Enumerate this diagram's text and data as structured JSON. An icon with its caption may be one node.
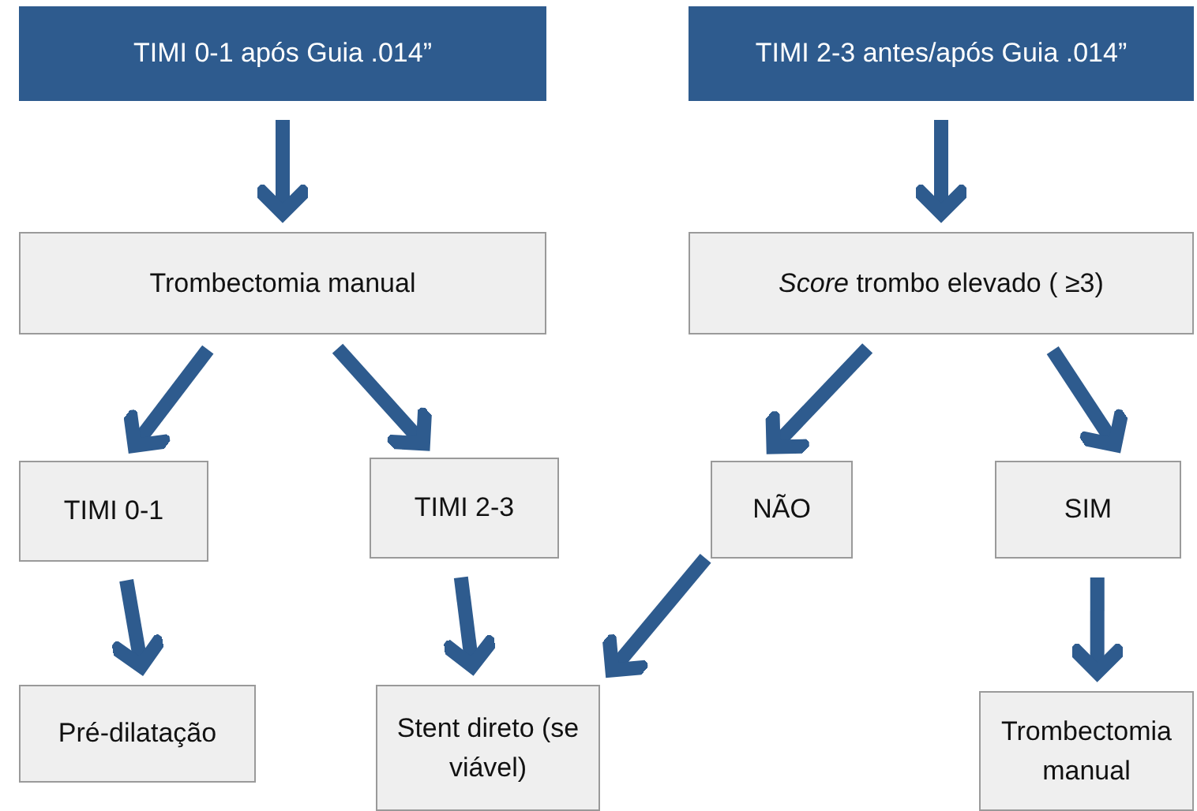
{
  "diagram": {
    "nodes": [
      {
        "text": [
          "TIMI 0-1 após Guia .014”"
        ]
      },
      {
        "text": [
          "TIMI 2-3 antes/após Guia .014”"
        ]
      },
      {
        "text": [
          "Trombectomia manual"
        ]
      },
      {
        "text": [
          "*Score* trombo elevado ( ≥3)"
        ]
      },
      {
        "text": [
          "TIMI 0-1"
        ]
      },
      {
        "text": [
          "TIMI 2-3"
        ]
      },
      {
        "text": [
          "NÃO"
        ]
      },
      {
        "text": [
          "SIM"
        ]
      },
      {
        "text": [
          "Pré-dilatação"
        ]
      },
      {
        "text": [
          "Stent direto (se viável)"
        ]
      },
      {
        "text": [
          "Trombectomia manual"
        ]
      }
    ],
    "edges": [
      {
        "from": 0,
        "to": 2,
        "arrow": "to"
      },
      {
        "from": 1,
        "to": 3,
        "arrow": "to"
      },
      {
        "from": 2,
        "to": 4,
        "arrow": "to"
      },
      {
        "from": 2,
        "to": 5,
        "arrow": "to"
      },
      {
        "from": 3,
        "to": 6,
        "arrow": "to"
      },
      {
        "from": 3,
        "to": 7,
        "arrow": "to"
      },
      {
        "from": 4,
        "to": 8,
        "arrow": "to"
      },
      {
        "from": 5,
        "to": 9,
        "arrow": "to"
      },
      {
        "from": 6,
        "to": 9,
        "arrow": "to"
      },
      {
        "from": 7,
        "to": 10,
        "arrow": "to"
      }
    ]
  }
}
